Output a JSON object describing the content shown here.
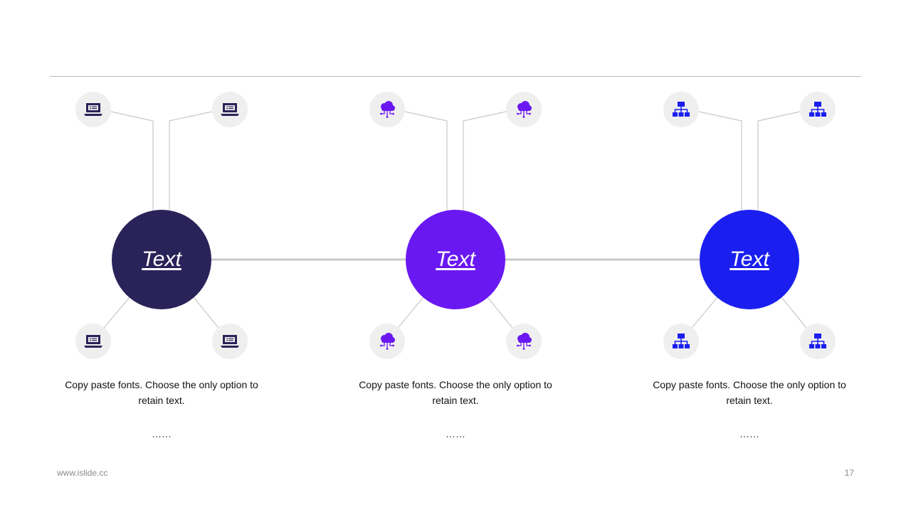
{
  "colors": {
    "group1": "#2a2359",
    "group2": "#6a18f2",
    "group3": "#1a1ff0",
    "connector": "#c8c8c8",
    "badge": "#efefef"
  },
  "groups": [
    {
      "hub_label": "Text",
      "icon": "laptop-icon",
      "description": "Copy paste fonts. Choose the only option to retain text.",
      "ellipsis": "……"
    },
    {
      "hub_label": "Text",
      "icon": "cloud-network-icon",
      "description": "Copy paste fonts. Choose the only option to retain text.",
      "ellipsis": "……"
    },
    {
      "hub_label": "Text",
      "icon": "org-chart-icon",
      "description": "Copy paste fonts. Choose the only option to retain text.",
      "ellipsis": "……"
    }
  ],
  "footer": {
    "website": "www.islide.cc",
    "page_number": "17"
  }
}
